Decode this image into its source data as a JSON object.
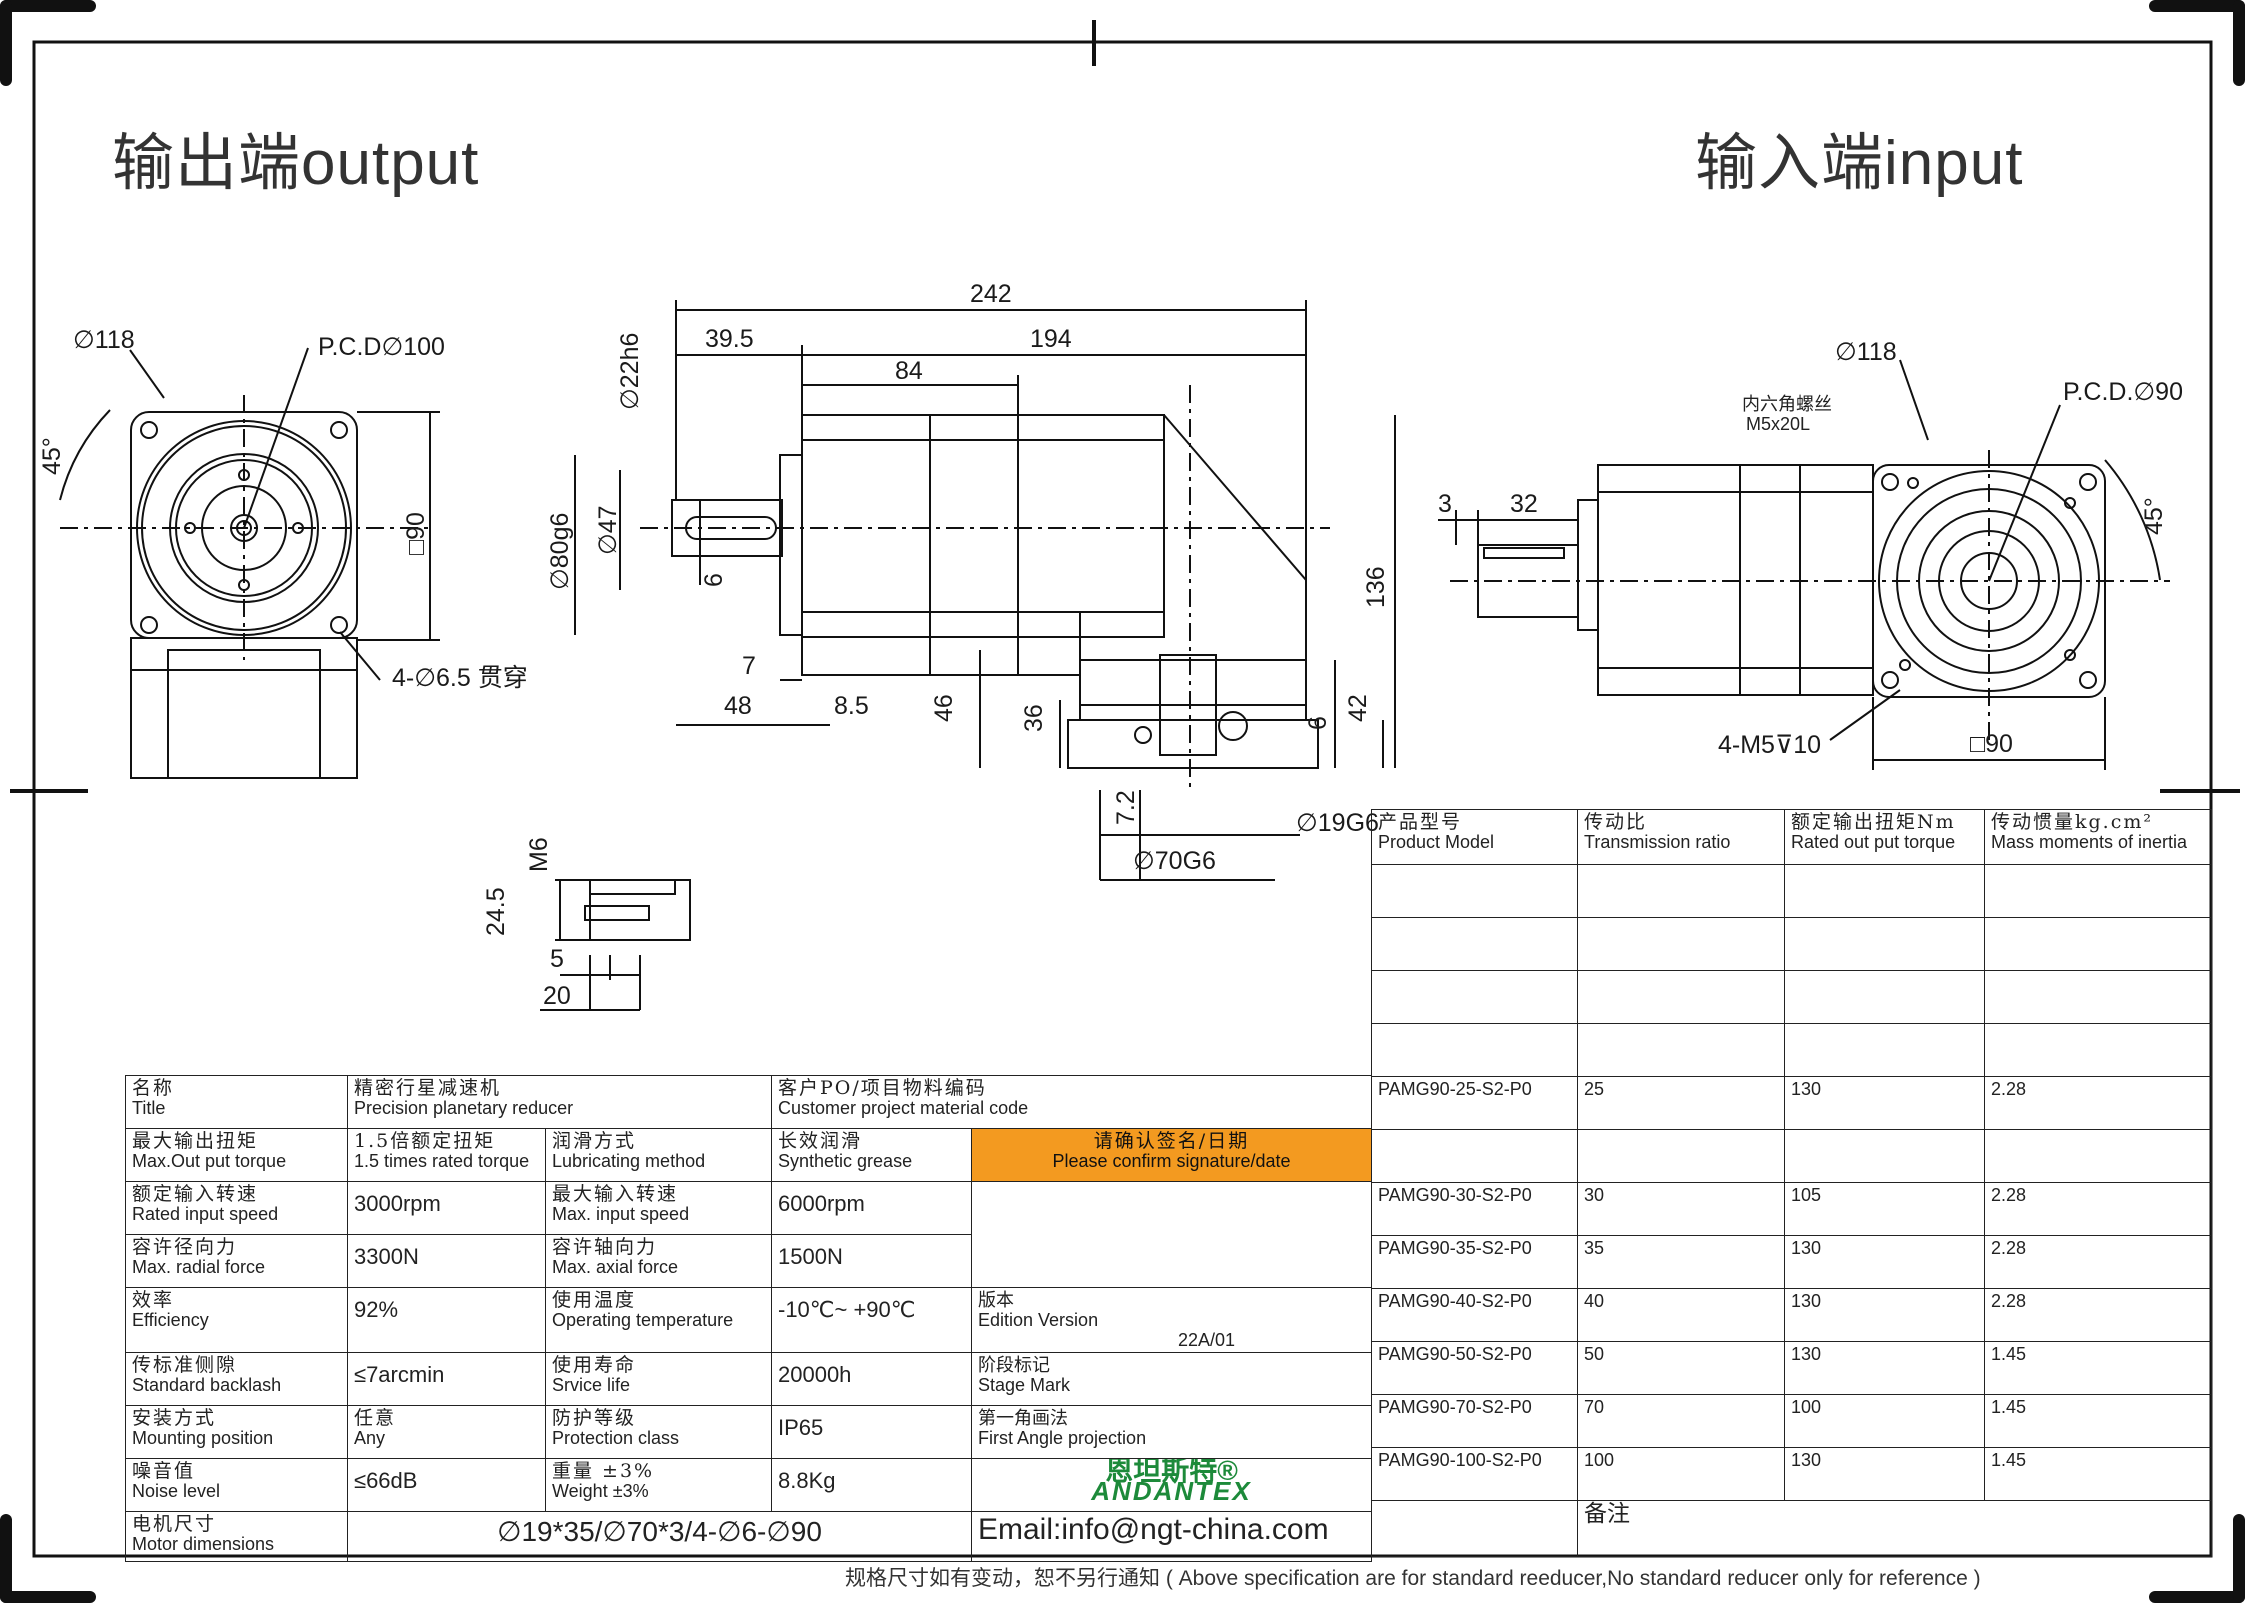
{
  "headings": {
    "output": "输出端output",
    "input": "输入端input"
  },
  "front_view": {
    "dia118": "∅118",
    "pcd100": "P.C.D∅100",
    "angle45": "45°",
    "sq90": "□90",
    "holes": "4-∅6.5 贯穿"
  },
  "side_view": {
    "d242": "242",
    "d39_5": "39.5",
    "d194": "194",
    "d84": "84",
    "d22h6": "∅22h6",
    "d80g6": "∅80g6",
    "d47": "∅47",
    "d6": "6",
    "d7": "7",
    "d48": "48",
    "d8_5": "8.5",
    "d46": "46",
    "d36": "36",
    "d136": "136",
    "d42": "42",
    "d6b": "6",
    "d7_2": "7.2",
    "d19g6": "∅19G6",
    "d70g6": "∅70G6"
  },
  "key_detail": {
    "m6": "M6",
    "d24_5": "24.5",
    "d5": "5",
    "d20": "20"
  },
  "input_view": {
    "d118": "∅118",
    "pcd90": "P.C.D.∅90",
    "angle45": "45°",
    "screw1": "内六角螺丝",
    "screw2": "M5x20L",
    "d3": "3",
    "d32": "32",
    "m5": "4-M5⊽10",
    "sq90": "□90"
  },
  "spec": {
    "title": {
      "cn": "名称",
      "en": "Title"
    },
    "title_val": {
      "cn": "精密行星减速机",
      "en": "Precision planetary reducer"
    },
    "customer": {
      "cn": "客户PO/项目物料编码",
      "en": "Customer project material code"
    },
    "max_torque": {
      "cn": "最大输出扭矩",
      "en": "Max.Out put torque"
    },
    "max_torque_val": {
      "cn": "1.5倍额定扭矩",
      "en": "1.5 times rated torque"
    },
    "lubrication": {
      "cn": "润滑方式",
      "en": "Lubricating method"
    },
    "lubrication_val": {
      "cn": "长效润滑",
      "en": "Synthetic grease"
    },
    "confirm": {
      "cn": "请确认签名/日期",
      "en": "Please confirm signature/date"
    },
    "rated_speed": {
      "cn": "额定输入转速",
      "en": "Rated input speed",
      "val": "3000rpm"
    },
    "max_speed": {
      "cn": "最大输入转速",
      "en": "Max. input speed",
      "val": "6000rpm"
    },
    "radial": {
      "cn": "容许径向力",
      "en": "Max. radial force",
      "val": "3300N"
    },
    "axial": {
      "cn": "容许轴向力",
      "en": "Max. axial force",
      "val": "1500N"
    },
    "efficiency": {
      "cn": "效率",
      "en": "Efficiency",
      "val": "92%"
    },
    "temperature": {
      "cn": "使用温度",
      "en": "Operating temperature",
      "val": "-10℃~ +90℃"
    },
    "backlash": {
      "cn": "传标准侧隙",
      "en": "Standard backlash",
      "val": "≤7arcmin"
    },
    "life": {
      "cn": "使用寿命",
      "en": "Srvice life",
      "val": "20000h"
    },
    "mounting": {
      "cn": "安装方式",
      "en": "Mounting position"
    },
    "mounting_val": {
      "cn": "任意",
      "en": "Any"
    },
    "protection": {
      "cn": "防护等级",
      "en": "Protection class",
      "val": "IP65"
    },
    "noise": {
      "cn": "噪音值",
      "en": "Noise level",
      "val": "≤66dB"
    },
    "weight": {
      "cn": "重量 ±3%",
      "en": "Weight ±3%",
      "val": "8.8Kg"
    },
    "motor": {
      "cn": "电机尺寸",
      "en": "Motor dimensions",
      "val": "∅19*35/∅70*3/4-∅6-∅90"
    },
    "edition": {
      "cn": "版本",
      "en": "Edition Version",
      "val": "22A/01"
    },
    "stage": {
      "cn": "阶段标记",
      "en": "Stage Mark"
    },
    "projection": {
      "cn": "第一角画法",
      "en": "First Angle projection"
    },
    "email": "Email:info@ngt-china.com",
    "remark": "备注",
    "logo_cn": "恩坦斯特®",
    "logo_en": "ANDANTEX"
  },
  "model_table": {
    "headers": [
      {
        "cn": "产品型号",
        "en": "Product Model"
      },
      {
        "cn": "传动比",
        "en": "Transmission ratio"
      },
      {
        "cn": "额定输出扭矩Nm",
        "en": "Rated out put torque"
      },
      {
        "cn": "传动惯量kg.cm²",
        "en": "Mass moments of inertia"
      }
    ],
    "rows": [
      {
        "model": "PAMG90-25-S2-P0",
        "ratio": "25",
        "torque": "130",
        "inertia": "2.28"
      },
      {
        "model": "PAMG90-30-S2-P0",
        "ratio": "30",
        "torque": "105",
        "inertia": "2.28"
      },
      {
        "model": "PAMG90-35-S2-P0",
        "ratio": "35",
        "torque": "130",
        "inertia": "2.28"
      },
      {
        "model": "PAMG90-40-S2-P0",
        "ratio": "40",
        "torque": "130",
        "inertia": "2.28"
      },
      {
        "model": "PAMG90-50-S2-P0",
        "ratio": "50",
        "torque": "130",
        "inertia": "1.45"
      },
      {
        "model": "PAMG90-70-S2-P0",
        "ratio": "70",
        "torque": "100",
        "inertia": "1.45"
      },
      {
        "model": "PAMG90-100-S2-P0",
        "ratio": "100",
        "torque": "130",
        "inertia": "1.45"
      }
    ]
  },
  "footer": "规格尺寸如有变动，恕不另行通知 ( Above specification are for standard reeducer,No standard reducer only for reference )"
}
